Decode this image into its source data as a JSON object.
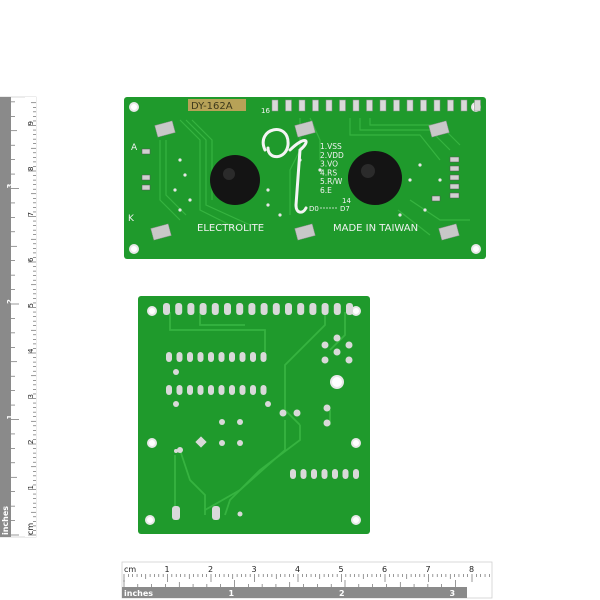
{
  "colors": {
    "pcb_green": "#1f9a2c",
    "pcb_dark": "#177a22",
    "trace": "#36b340",
    "silk": "#f2f2f2",
    "pad": "#d9d9d9",
    "blob": "#141414",
    "ruler_gray": "#8a8a8a"
  },
  "lcd_board": {
    "model_label": "DY-162A",
    "pin_first": "16",
    "pin_list": [
      "1.VSS",
      "2.VDD",
      "3.VO",
      "4.RS",
      "5.R/W",
      "6.E"
    ],
    "pin_14": "14",
    "d0": "D0",
    "d7": "D7",
    "left_a": "A",
    "left_k": "K",
    "brand": "ELECTROLITE",
    "made_in": "MADE IN TAIWAN"
  },
  "ruler_bottom": {
    "cm_unit": "cm",
    "cm_ticks": [
      "1",
      "2",
      "3",
      "4",
      "5",
      "6",
      "7",
      "8"
    ],
    "inch_unit": "inches",
    "inch_ticks": [
      "1",
      "2",
      "3"
    ]
  },
  "ruler_left": {
    "cm_unit": "cm",
    "inch_unit": "inches",
    "cm_ticks": [
      "1",
      "2",
      "3",
      "4",
      "5",
      "6",
      "7",
      "8",
      "9"
    ],
    "inch_ticks": [
      "1",
      "2",
      "3"
    ]
  }
}
